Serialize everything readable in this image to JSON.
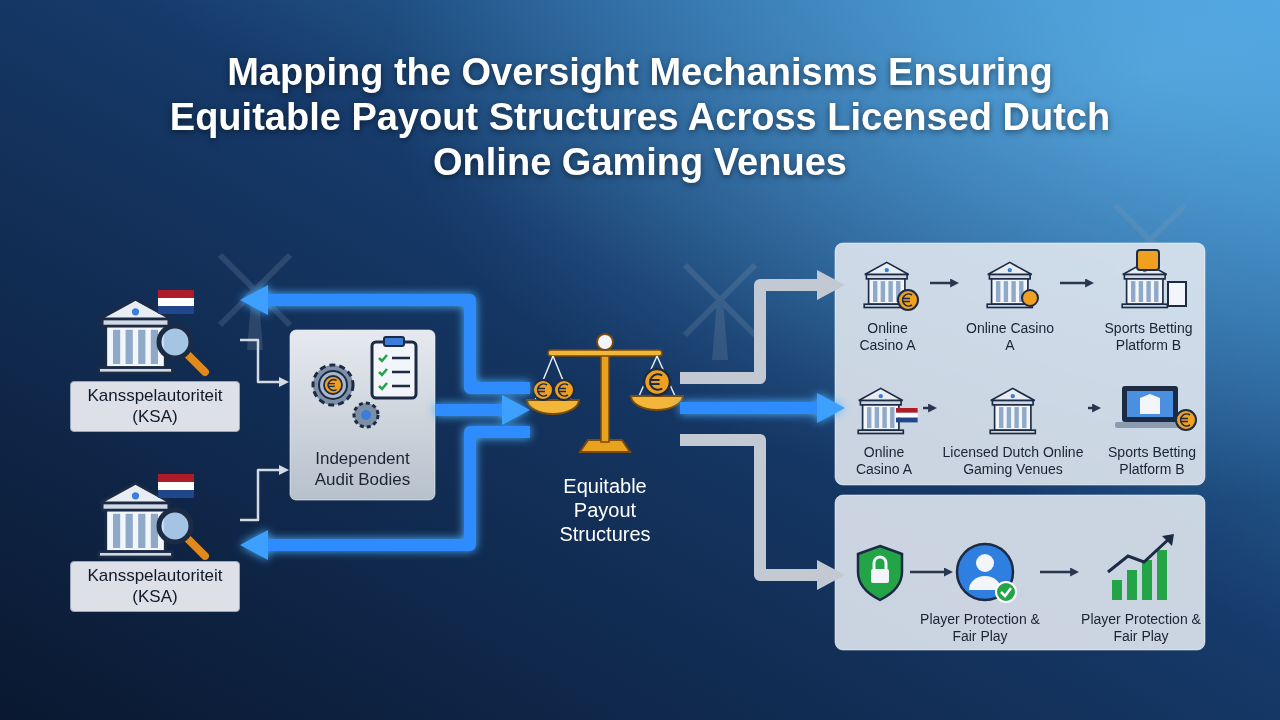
{
  "diagram": {
    "title": "Mapping the Oversight Mechanisms Ensuring Equitable Payout Structures Across Licensed Dutch Online Gaming Venues",
    "nodes": [
      {
        "text": [
          "Kansspelautoriteit (KSA)"
        ]
      },
      {
        "text": [
          "Kansspelautoriteit (KSA)"
        ]
      },
      {
        "text": [
          "Independent Audit Bodies"
        ]
      },
      {
        "text": [
          "Equitable Payout Structures"
        ]
      },
      {
        "text": [
          "Online Casino A"
        ]
      },
      {
        "text": [
          "Online Casino A"
        ]
      },
      {
        "text": [
          "Sports Betting Platform B"
        ]
      },
      {
        "text": [
          "Online Casino A"
        ]
      },
      {
        "text": [
          "Licensed Dutch Online Gaming Venues"
        ]
      },
      {
        "text": [
          "Sports Betting Platform B"
        ]
      },
      {
        "text": [
          "Player Protection & Fair Play"
        ]
      },
      {
        "text": [
          "Player Protection & Fair Play"
        ]
      }
    ],
    "edges": [
      {
        "from": 0,
        "to": 2,
        "arrow": "to"
      },
      {
        "from": 1,
        "to": 2,
        "arrow": "to"
      },
      {
        "from": 2,
        "to": 3,
        "arrow": "to"
      },
      {
        "from": 3,
        "to": 0,
        "arrow": "to"
      },
      {
        "from": 3,
        "to": 1,
        "arrow": "to"
      },
      {
        "from": 3,
        "to": 4,
        "arrow": "to"
      },
      {
        "from": 3,
        "to": 7,
        "arrow": "to"
      },
      {
        "from": 3,
        "to": 10,
        "arrow": "to"
      },
      {
        "from": 4,
        "to": 5,
        "arrow": "to"
      },
      {
        "from": 5,
        "to": 6,
        "arrow": "to"
      },
      {
        "from": 7,
        "to": 8,
        "arrow": "to"
      },
      {
        "from": 8,
        "to": 9,
        "arrow": "to"
      },
      {
        "from": 10,
        "to": 11,
        "arrow": "to"
      }
    ]
  }
}
